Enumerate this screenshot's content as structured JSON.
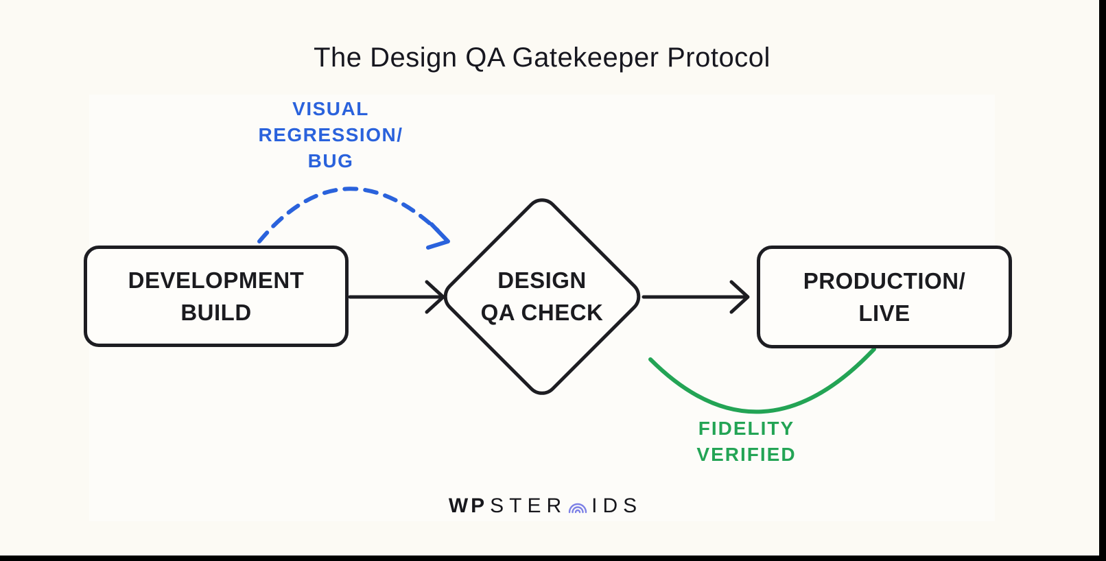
{
  "title": "The Design QA Gatekeeper Protocol",
  "flow": {
    "nodes": [
      {
        "id": "development-build",
        "shape": "rounded-rect",
        "lines": [
          "DEVELOPMENT",
          "BUILD"
        ]
      },
      {
        "id": "design-qa-check",
        "shape": "diamond",
        "lines": [
          "DESIGN",
          "QA CHECK"
        ]
      },
      {
        "id": "production-live",
        "shape": "rounded-rect",
        "lines": [
          "PRODUCTION/",
          "LIVE"
        ]
      }
    ],
    "edges": [
      {
        "id": "build-to-qa",
        "style": "solid-arrow",
        "color": "#1d1d22"
      },
      {
        "id": "qa-to-production",
        "style": "solid-arrow",
        "color": "#1d1d22"
      },
      {
        "id": "qa-fail-loopback",
        "style": "dashed-curved-arrow",
        "color": "#2a62dc",
        "lines": [
          "VISUAL",
          "REGRESSION/",
          "BUG"
        ]
      },
      {
        "id": "qa-pass",
        "style": "solid-curve",
        "color": "#23a455",
        "lines": [
          "FIDELITY",
          "VERIFIED"
        ]
      }
    ]
  },
  "footer": {
    "brand_bold": "WP",
    "brand_mid": "STER",
    "brand_end": "IDS",
    "brand_o_icon": "concentric-arcs",
    "brand_accent": "#7d81e6"
  },
  "colors": {
    "background": "#fcfaf4",
    "ink": "#1d1d22",
    "blue": "#2a62dc",
    "green": "#23a455"
  }
}
